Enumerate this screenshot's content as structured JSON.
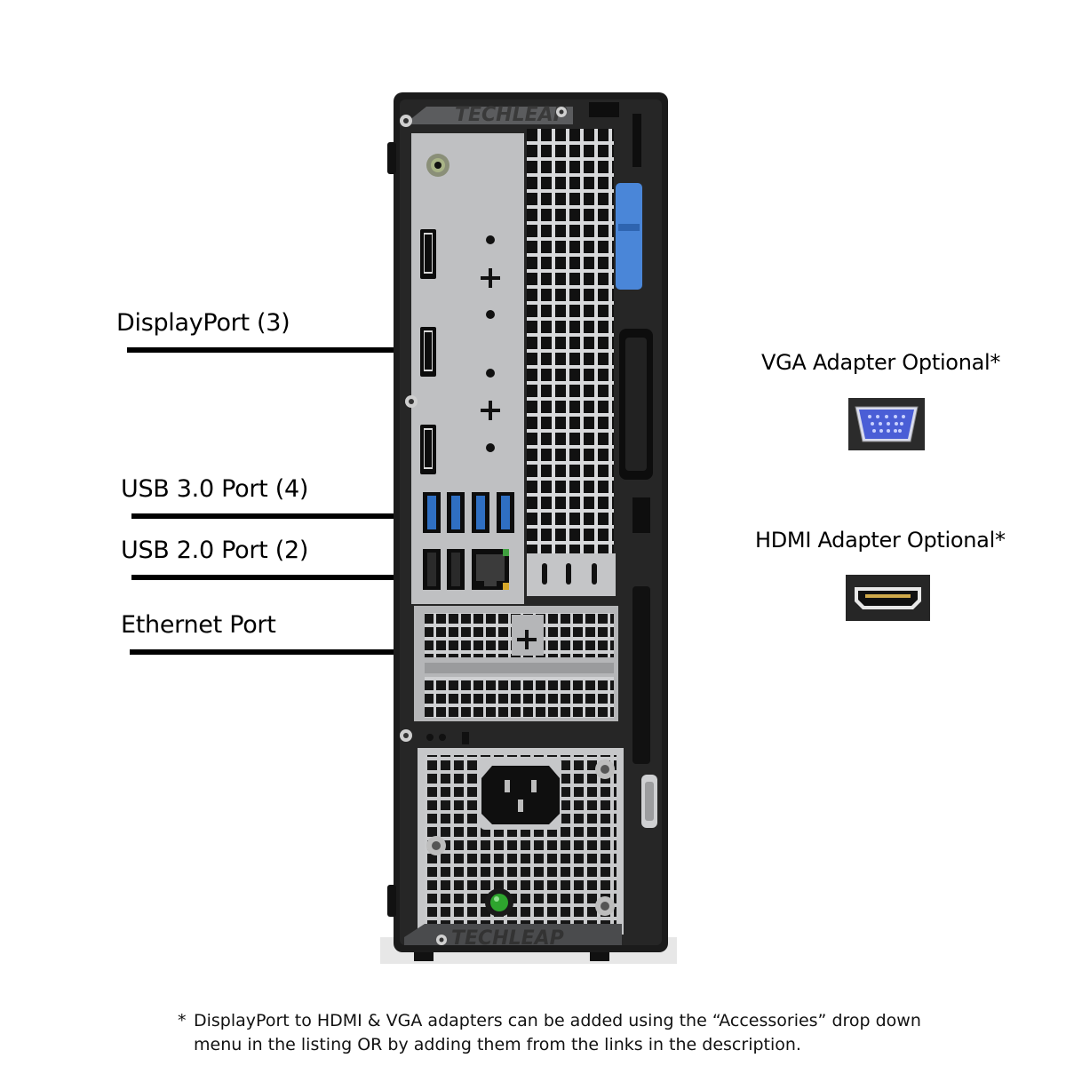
{
  "callouts": {
    "displayport": "DisplayPort (3)",
    "usb3": "USB 3.0 Port (4)",
    "usb2": "USB 2.0 Port (2)",
    "ethernet": "Ethernet Port"
  },
  "adapters": {
    "vga": "VGA Adapter Optional*",
    "hdmi": "HDMI Adapter Optional*"
  },
  "watermark": "TECHLEAP",
  "footnote": {
    "marker": "*",
    "text": "DisplayPort to HDMI & VGA adapters can be added using the “Accessories” drop down menu in the listing OR by adding them from the links in the description."
  },
  "colors": {
    "chassis": "#1b1b1b",
    "panel": "#bfc0c2",
    "usb3_blue": "#2f6fc2",
    "latch_blue": "#4a86d8",
    "power_led": "#2ea52e",
    "vga_blue": "#4a5ed6"
  }
}
